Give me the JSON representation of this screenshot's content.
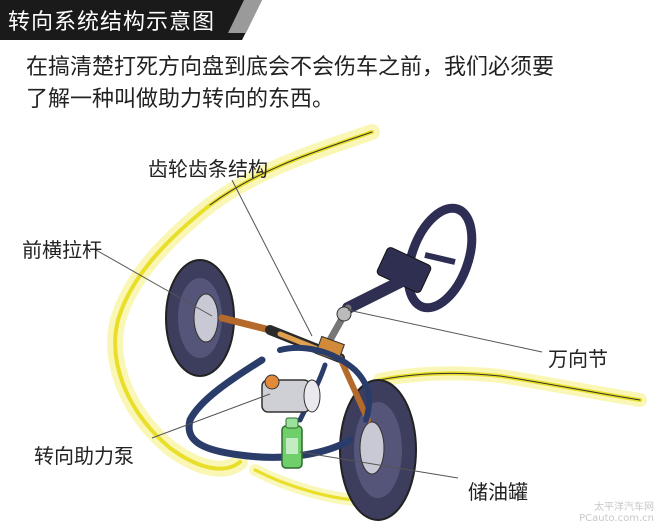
{
  "header": {
    "title": "转向系统结构示意图",
    "bg_color": "#1a1a1a"
  },
  "intro": {
    "line1": "在搞清楚打死方向盘到底会不会伤车之前，我们必须要",
    "line2": "了解一种叫做助力转向的东西。"
  },
  "labels": {
    "rack_pinion": "齿轮齿条结构",
    "tie_rod": "前横拉杆",
    "universal_joint": "万向节",
    "power_pump": "转向助力泵",
    "reservoir": "储油罐"
  },
  "watermark": {
    "line1": "太平洋汽车网",
    "line2": "PCauto.com.cn"
  },
  "colors": {
    "car_outline": "#f2ec3a",
    "wheel": "#4a4a6e",
    "steering_wheel": "#2e2e55",
    "leader": "#555555"
  }
}
